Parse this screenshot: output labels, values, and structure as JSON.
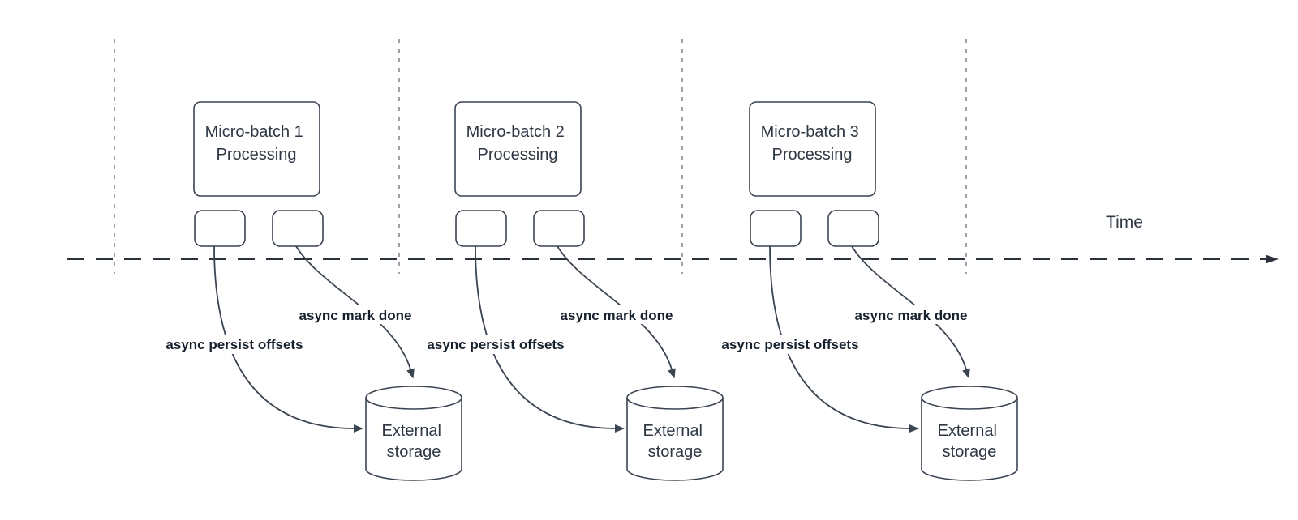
{
  "diagram": {
    "time_label": "Time",
    "sections": [
      {
        "box_line1": "Micro-batch 1",
        "box_line2": "Processing",
        "persist_label": "async persist offsets",
        "mark_label": "async mark done",
        "storage_line1": "External",
        "storage_line2": "storage"
      },
      {
        "box_line1": "Micro-batch 2",
        "box_line2": "Processing",
        "persist_label": "async persist offsets",
        "mark_label": "async mark done",
        "storage_line1": "External",
        "storage_line2": "storage"
      },
      {
        "box_line1": "Micro-batch 3",
        "box_line2": "Processing",
        "persist_label": "async persist offsets",
        "mark_label": "async mark done",
        "storage_line1": "External",
        "storage_line2": "storage"
      }
    ],
    "colors": {
      "shape_stroke": "#3b4451",
      "text_dark": "#2e3844",
      "label_bold": "#18222e",
      "guide_line": "#9fa1a6",
      "timeline": "#2c323c",
      "background": "#ffffff"
    }
  }
}
